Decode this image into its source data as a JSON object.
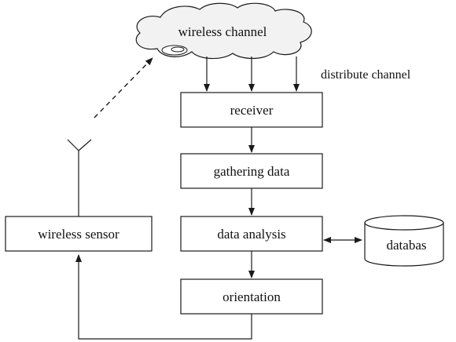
{
  "diagram": {
    "cloud_label": "wireless channel",
    "side_label": "distribute channel",
    "nodes": {
      "receiver": "receiver",
      "gathering": "gathering data",
      "analysis": "data analysis",
      "orientation": "orientation",
      "sensor": "wireless sensor",
      "database": "databas"
    }
  },
  "colors": {
    "stroke": "#1a1a1a",
    "fill": "#ffffff",
    "cloud_fill": "#f2f2f2",
    "text": "#111111"
  }
}
